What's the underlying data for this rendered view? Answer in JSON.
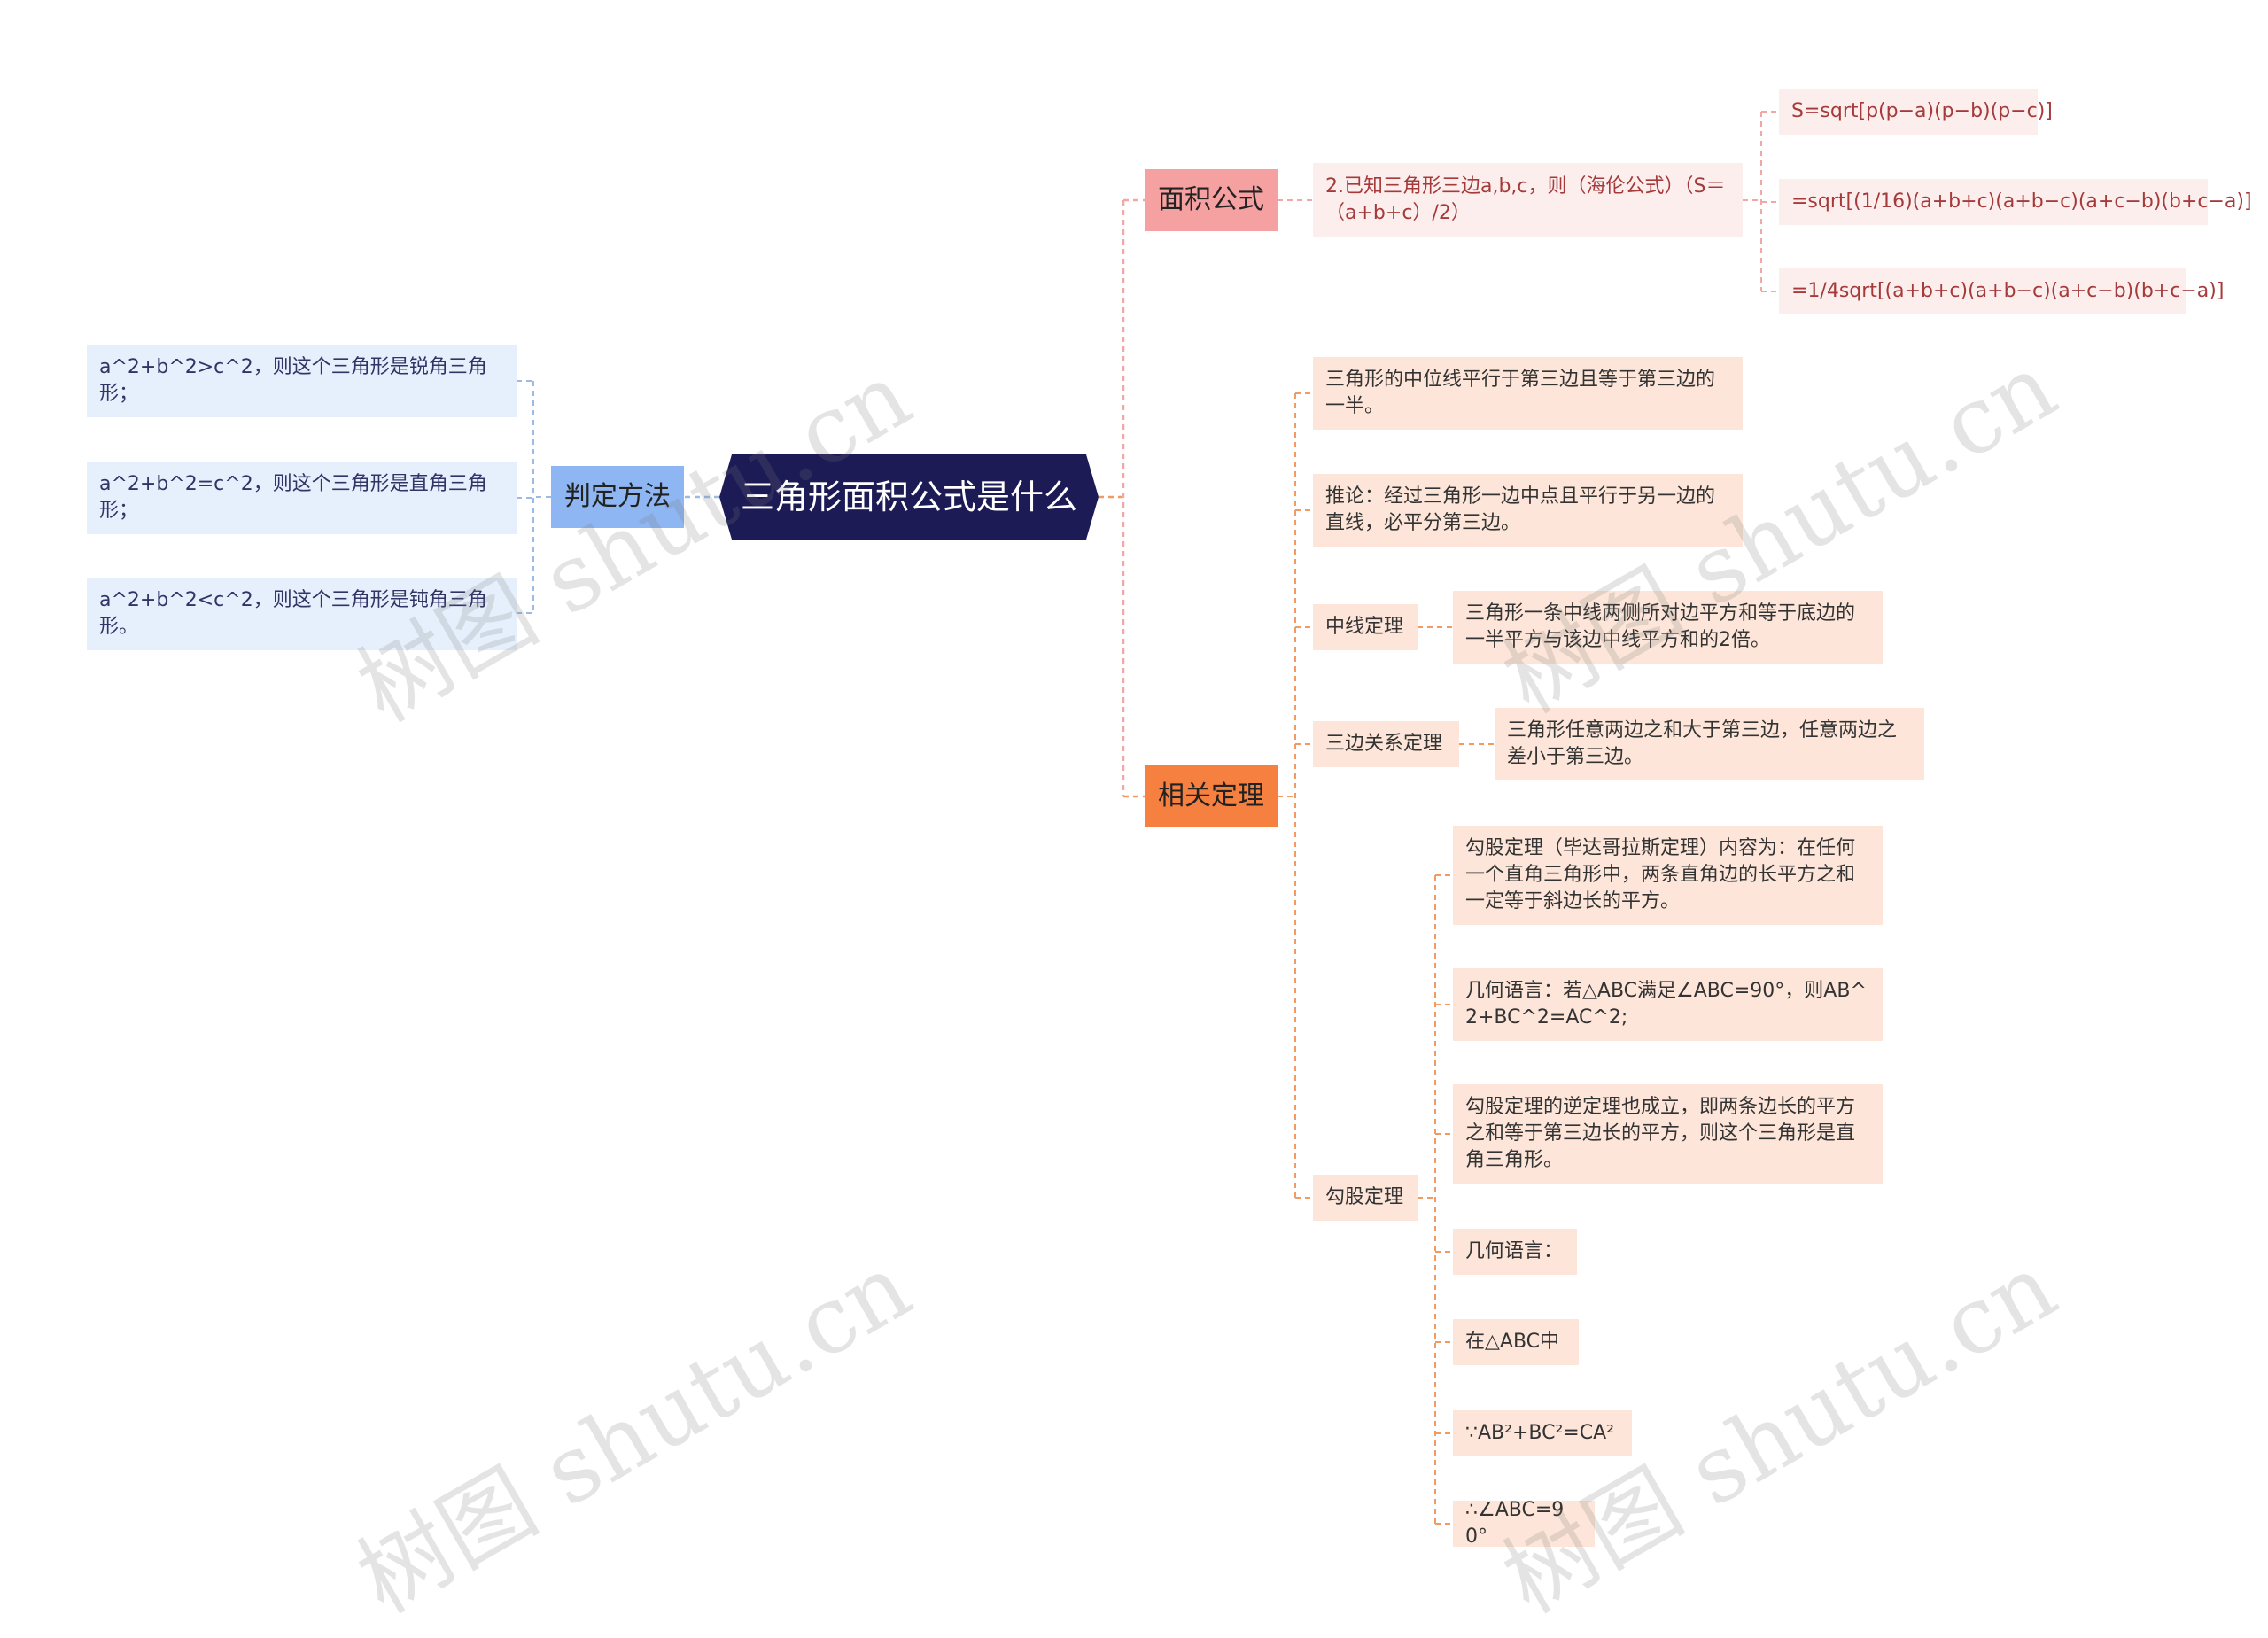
{
  "root": {
    "label": "三角形面积公式是什么"
  },
  "left_branch": {
    "label": "判定方法",
    "items": [
      "a^2+b^2>c^2，则这个三角形是锐角三角形；",
      "a^2+b^2=c^2，则这个三角形是直角三角形；",
      "a^2+b^2<c^2，则这个三角形是钝角三角形。"
    ]
  },
  "area_branch": {
    "label": "面积公式",
    "item": "2.已知三角形三边a,b,c，则（海伦公式）（S＝（a+b+c）/2）",
    "formulas": [
      "S=sqrt[p(p−a)(p−b)(p−c)]",
      "=sqrt[(1/16)(a+b+c)(a+b−c)(a+c−b)(b+c−a)]",
      "=1/4sqrt[(a+b+c)(a+b−c)(a+c−b)(b+c−a)]"
    ]
  },
  "theorem_branch": {
    "label": "相关定理",
    "midline": "三角形的中位线平行于第三边且等于第三边的一半。",
    "corollary": "推论：经过三角形一边中点且平行于另一边的直线，必平分第三边。",
    "median": {
      "label": "中线定理",
      "text": "三角形一条中线两侧所对边平方和等于底边的一半平方与该边中线平方和的2倍。"
    },
    "triangle_ineq": {
      "label": "三边关系定理",
      "text": "三角形任意两边之和大于第三边，任意两边之差小于第三边。"
    },
    "pythagoras": {
      "label": "勾股定理",
      "items": [
        "勾股定理（毕达哥拉斯定理）内容为：在任何一个直角三角形中，两条直角边的长平方之和一定等于斜边长的平方。",
        "几何语言：若△ABC满足∠ABC=90°，则AB^2+BC^2=AC^2;",
        "勾股定理的逆定理也成立，即两条边长的平方之和等于第三边长的平方，则这个三角形是直角三角形。",
        "几何语言：",
        "在△ABC中",
        "∵AB²+BC²=CA²",
        "∴∠ABC=90°"
      ]
    }
  },
  "watermark": "树图 shutu.cn",
  "colors": {
    "root": "#1d1b55",
    "area": "#f6a1a1",
    "theorem": "#f6803f",
    "judge": "#8eb6f2"
  }
}
